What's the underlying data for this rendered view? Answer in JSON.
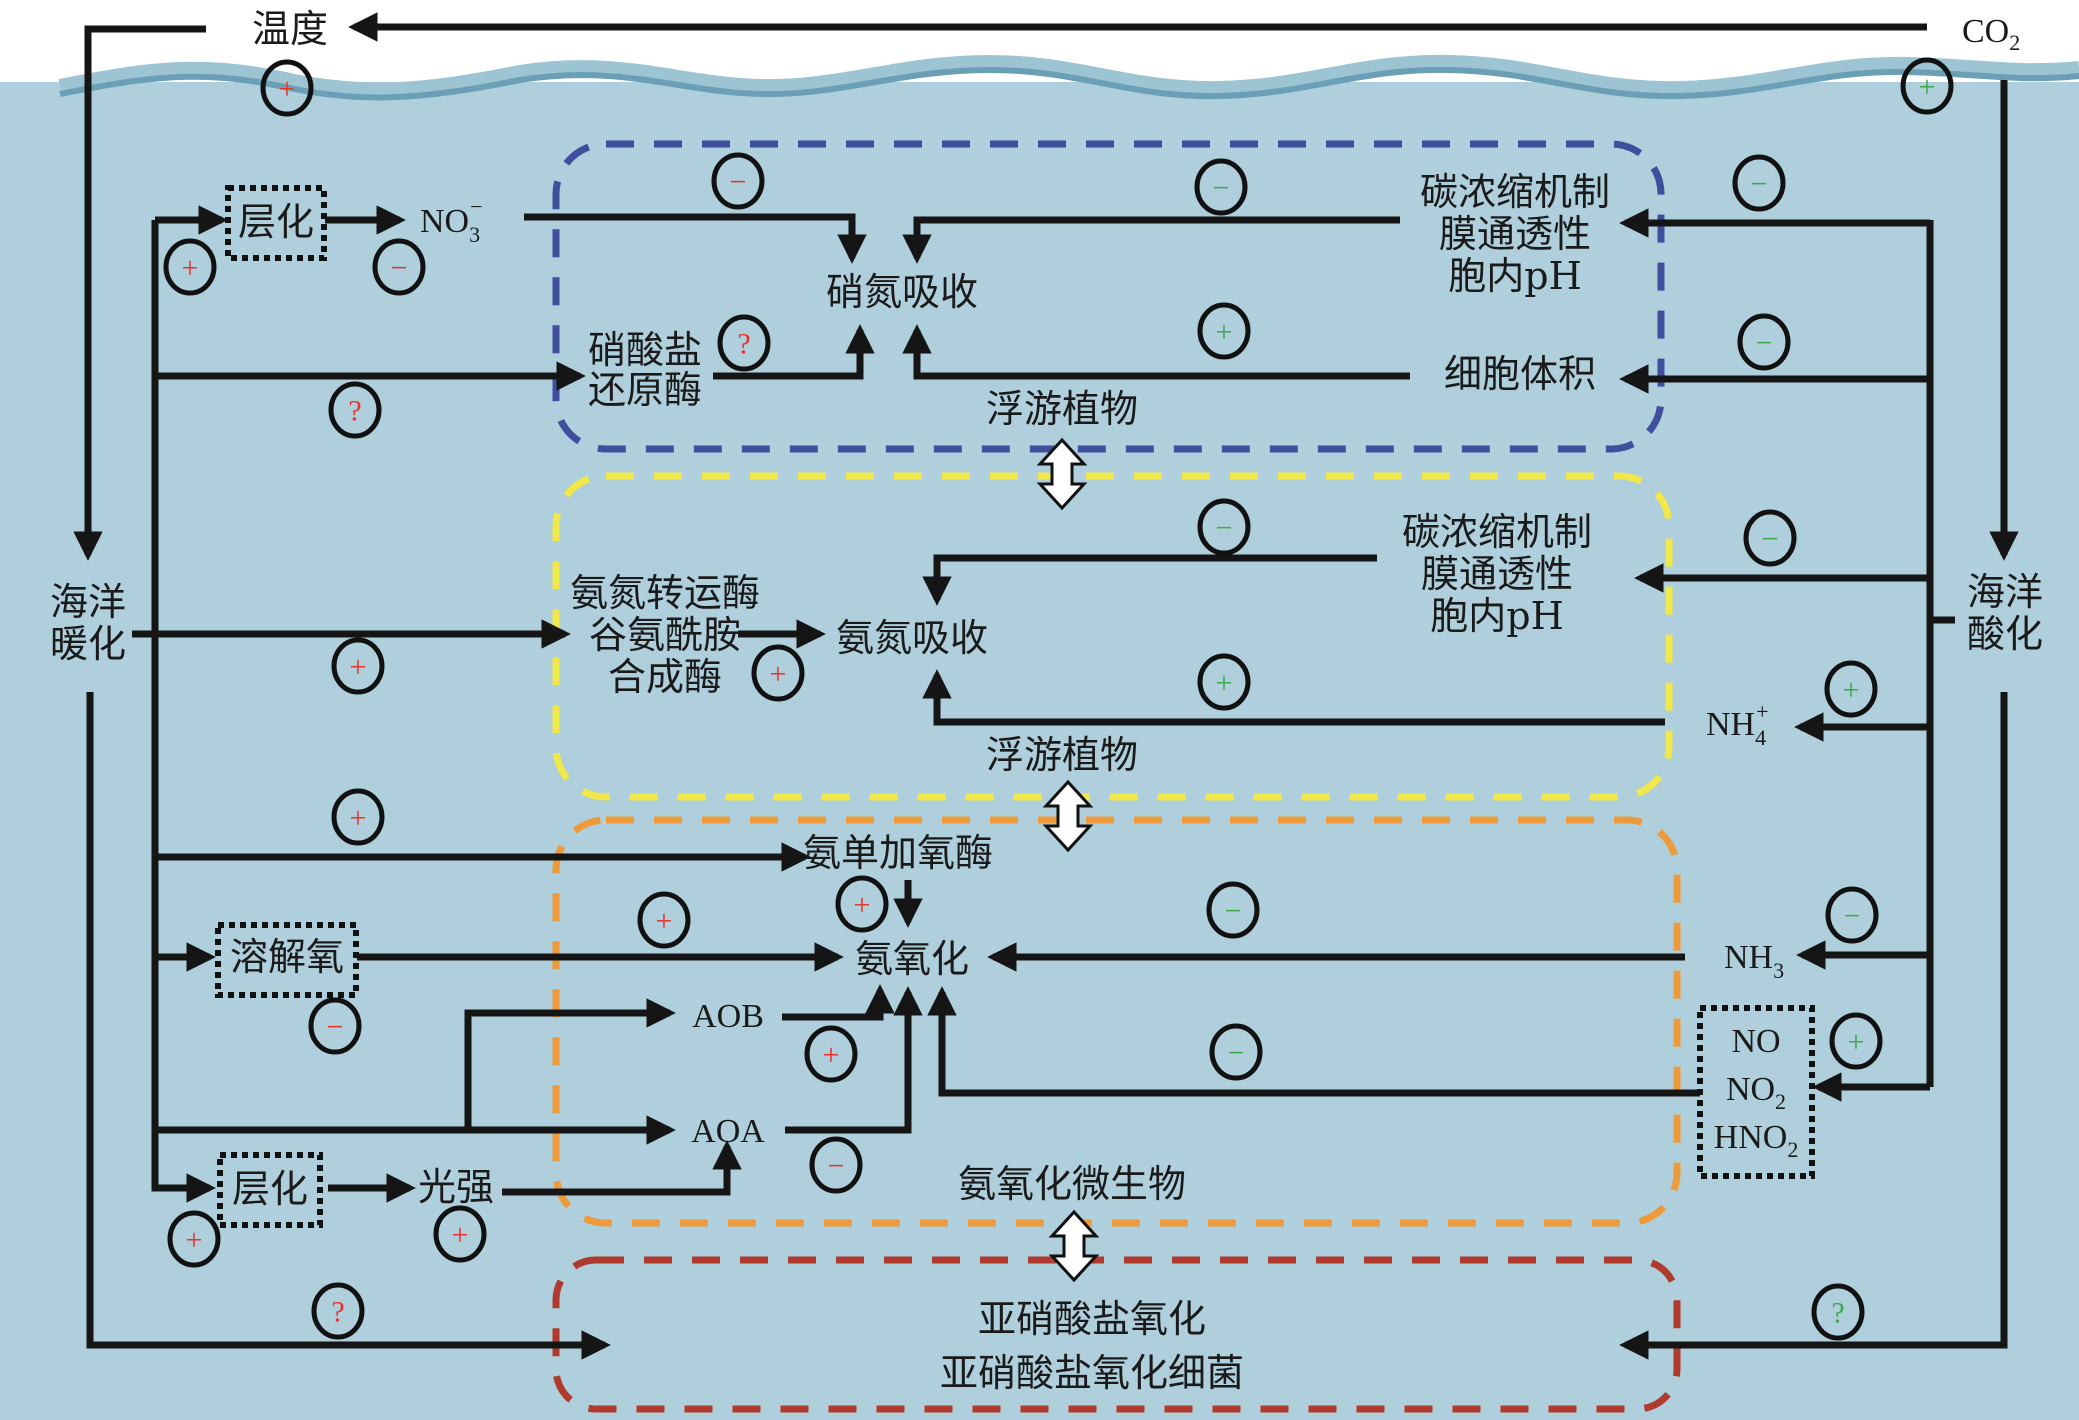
{
  "colors": {
    "sky": "#ffffff",
    "sea": "#aecfdb",
    "wave_light": "#9cc4d2",
    "wave_dark": "#6a9fb5",
    "box_phyto_nitrate": "#3f4f9e",
    "box_phyto_ammonium": "#f2e84a",
    "box_ammonia_oxidizers": "#ee9a3a",
    "box_nitrite_oxidizers": "#b03a2e",
    "sign_red": "#e8332a",
    "sign_green": "#3ea84a",
    "line": "#151515"
  },
  "drivers": {
    "temperature": "温度",
    "co2": "CO",
    "co2_sub": "2",
    "warming": [
      "海洋",
      "暖化"
    ],
    "acidification": [
      "海洋",
      "酸化"
    ]
  },
  "left_factors": {
    "stratification_top": "层化",
    "nitrate": "NO",
    "nitrate_sub": "3",
    "nitrate_sup": "−",
    "dissolved_oxygen": "溶解氧",
    "stratification_bottom": "层化",
    "light": "光强"
  },
  "boxes": {
    "nitrate_uptake": {
      "process": "硝氮吸收",
      "enzyme": [
        "硝酸盐",
        "还原酶"
      ],
      "mechanisms": [
        "碳浓缩机制",
        "膜通透性",
        "胞内pH"
      ],
      "cell_volume": "细胞体积",
      "organism": "浮游植物"
    },
    "ammonium_uptake": {
      "process": "氨氮吸收",
      "enzymes": [
        "氨氮转运酶",
        "谷氨酰胺",
        "合成酶"
      ],
      "mechanisms": [
        "碳浓缩机制",
        "膜通透性",
        "胞内pH"
      ],
      "nh4": "NH",
      "nh4_sub": "4",
      "nh4_sup": "+",
      "organism": "浮游植物"
    },
    "ammonia_oxidation": {
      "process": "氨氧化",
      "enzyme": "氨单加氧酶",
      "aob": "AOB",
      "aoa": "AOA",
      "nh3": "NH",
      "nh3_sub": "3",
      "species": [
        "NO",
        "NO",
        "HNO"
      ],
      "species_subs": [
        "",
        "2",
        "2"
      ],
      "organism": "氨氧化微生物"
    },
    "nitrite_oxidation": {
      "process": "亚硝酸盐氧化",
      "organism": "亚硝酸盐氧化细菌"
    }
  },
  "signs": [
    {
      "id": "temp-surface",
      "symbol": "+",
      "color": "red"
    },
    {
      "id": "co2-surface",
      "symbol": "+",
      "color": "green"
    },
    {
      "id": "warming-strat-top",
      "symbol": "+",
      "color": "red"
    },
    {
      "id": "strat-nitrate",
      "symbol": "−",
      "color": "red"
    },
    {
      "id": "nitrate-uptake",
      "symbol": "−",
      "color": "red"
    },
    {
      "id": "warming-reductase",
      "symbol": "?",
      "color": "red"
    },
    {
      "id": "reductase-uptake",
      "symbol": "?",
      "color": "red"
    },
    {
      "id": "mech-nitrate-uptake",
      "symbol": "−",
      "color": "green"
    },
    {
      "id": "cellvol-nitrate-uptake",
      "symbol": "+",
      "color": "green"
    },
    {
      "id": "acid-mech-top",
      "symbol": "−",
      "color": "green"
    },
    {
      "id": "acid-cellvol",
      "symbol": "−",
      "color": "green"
    },
    {
      "id": "mech-ammonium-uptake",
      "symbol": "−",
      "color": "green"
    },
    {
      "id": "nh4-ammonium-uptake",
      "symbol": "+",
      "color": "green"
    },
    {
      "id": "acid-mech-mid",
      "symbol": "−",
      "color": "green"
    },
    {
      "id": "acid-nh4",
      "symbol": "+",
      "color": "green"
    },
    {
      "id": "warming-enzymes",
      "symbol": "+",
      "color": "red"
    },
    {
      "id": "enzymes-ammonium-uptake",
      "symbol": "+",
      "color": "red"
    },
    {
      "id": "warming-amo",
      "symbol": "+",
      "color": "red"
    },
    {
      "id": "amo-oxidation",
      "symbol": "+",
      "color": "red"
    },
    {
      "id": "do-oxidation",
      "symbol": "+",
      "color": "red"
    },
    {
      "id": "warming-do",
      "symbol": "−",
      "color": "red"
    },
    {
      "id": "aob-oxidation",
      "symbol": "+",
      "color": "red"
    },
    {
      "id": "aoa-oxidation",
      "symbol": "−",
      "color": "red"
    },
    {
      "id": "nh3-oxidation",
      "symbol": "−",
      "color": "green"
    },
    {
      "id": "species-oxidation",
      "symbol": "−",
      "color": "green"
    },
    {
      "id": "acid-nh3",
      "symbol": "−",
      "color": "green"
    },
    {
      "id": "acid-species",
      "symbol": "+",
      "color": "green"
    },
    {
      "id": "warming-strat-bottom",
      "symbol": "+",
      "color": "red"
    },
    {
      "id": "strat-light",
      "symbol": "+",
      "color": "red"
    },
    {
      "id": "warming-nitrite",
      "symbol": "?",
      "color": "red"
    },
    {
      "id": "acid-nitrite",
      "symbol": "?",
      "color": "green"
    }
  ]
}
